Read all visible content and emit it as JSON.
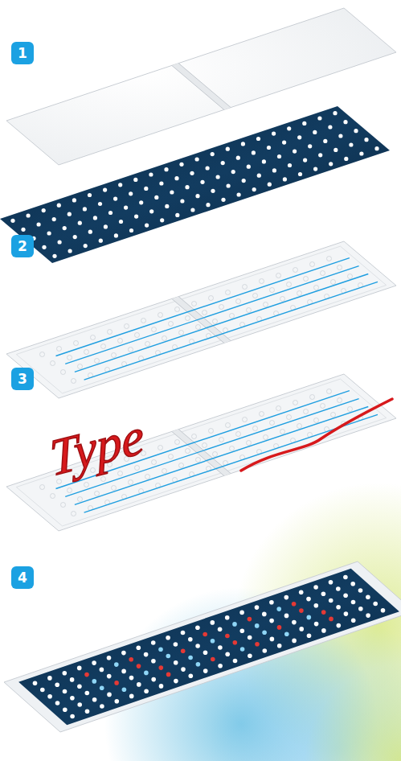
{
  "diagram": {
    "labels": [
      "1",
      "2",
      "3",
      "4",
      "Type"
    ]
  }
}
